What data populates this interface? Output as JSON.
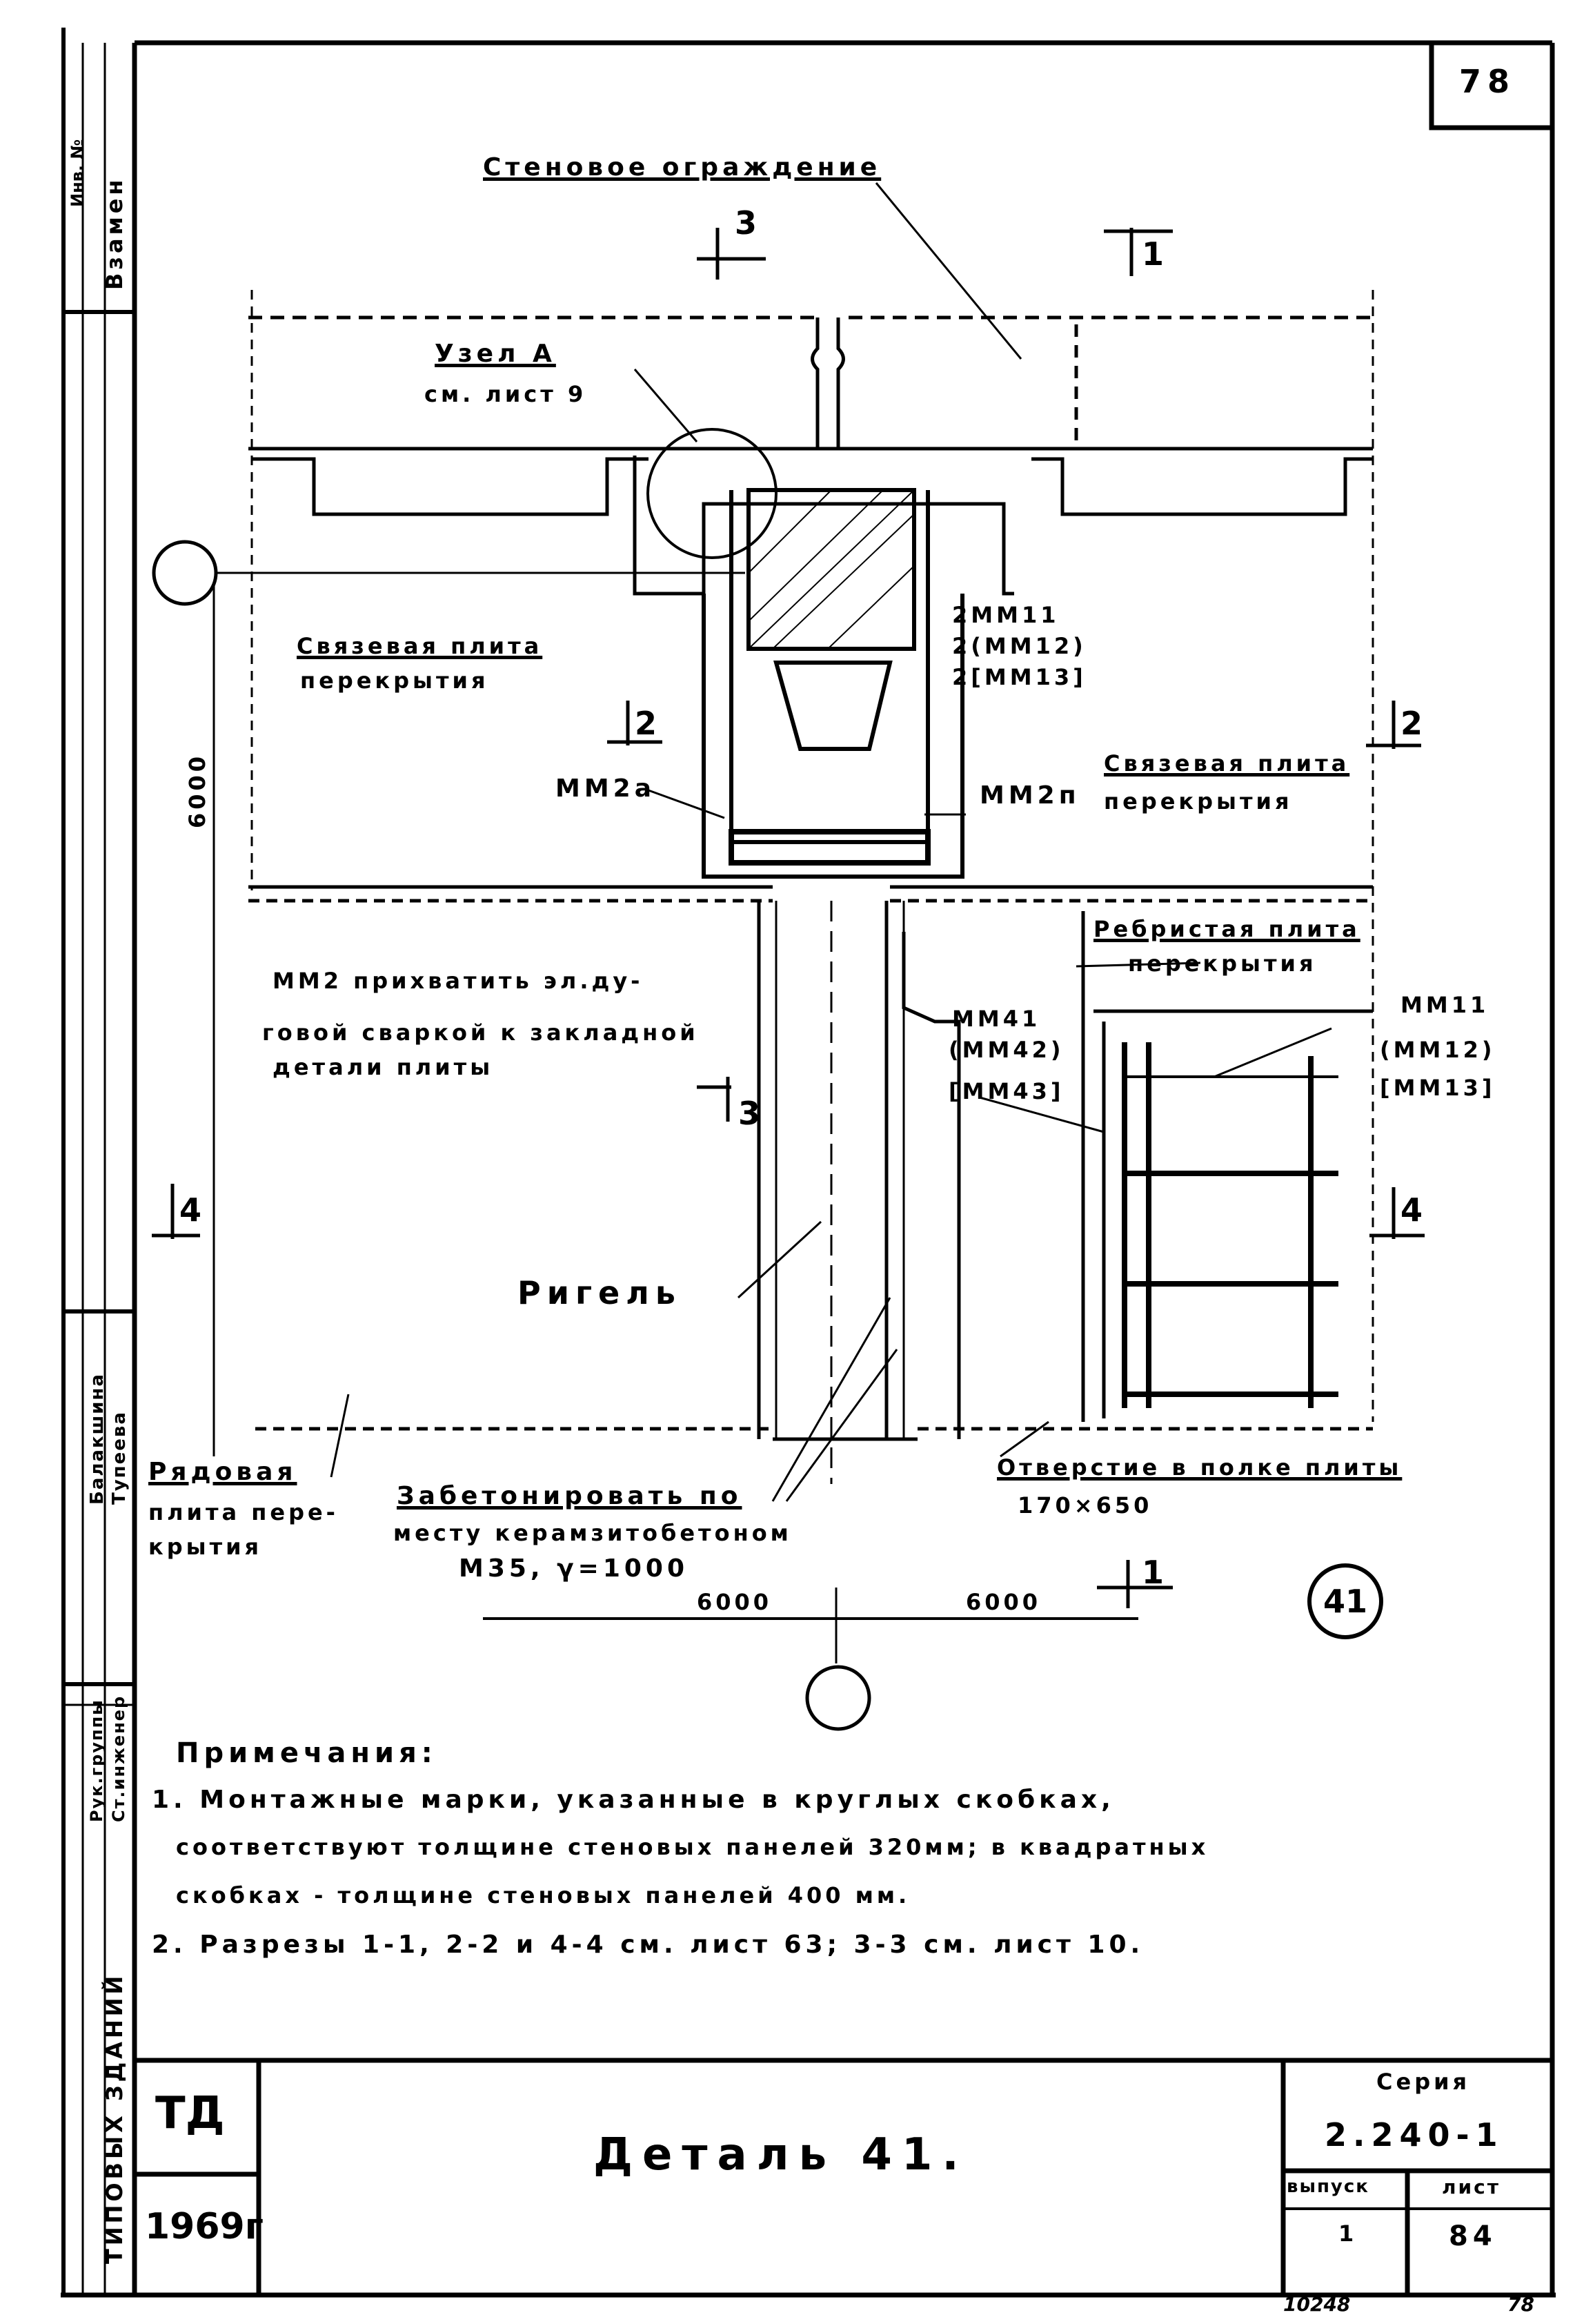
{
  "sheet": {
    "page_number": "78",
    "circle_mark": "41",
    "side_labels": [
      "Взамен",
      "Инв. №",
      "Рук.группы",
      "Ст.инженер",
      "Балакшина",
      "Тупеева",
      "ТИПОВЫХ ЗДАНИЙ"
    ]
  },
  "section_marks": [
    "3",
    "3",
    "1",
    "1",
    "2",
    "2",
    "4",
    "4"
  ],
  "labels": {
    "wall_fence": "Стеновое ограждение",
    "node_a": "Узел А",
    "node_ref": "см. лист 9",
    "tie_plate_left_1": "Связевая плита",
    "tie_plate_left_2": "перекрытия",
    "tie_plate_right_1": "Связевая плита",
    "tie_plate_right_2": "перекрытия",
    "mm2a": "ММ2а",
    "mm2p": "ММ2п",
    "mm_right_1": "2ММ11",
    "mm_right_2": "2(ММ12)",
    "mm_right_3": "2[ММ13]",
    "ribbed_1": "Ребристая плита",
    "ribbed_2": "перекрытия",
    "weld_note_1": "ММ2 прихватить эл.ду-",
    "weld_note_2": "говой сваркой к закладной",
    "weld_note_3": "детали плиты",
    "mm41_1": "ММ41",
    "mm41_2": "(ММ42)",
    "mm41_3": "[ММ43]",
    "mm11_1": "ММ11",
    "mm11_2": "(ММ12)",
    "mm11_3": "[ММ13]",
    "rigel": "Ригель",
    "ordinary_1": "Рядовая",
    "ordinary_2": "плита пере-",
    "ordinary_3": "крытия",
    "concrete_1": "Забетонировать по",
    "concrete_2": "месту керамзитобетоном",
    "concrete_3": "М35, γ=1000",
    "opening_1": "Отверстие в полке плиты",
    "opening_2": "170×650",
    "dim_vertical": "6000",
    "dim_left": "6000",
    "dim_right": "6000"
  },
  "notes": {
    "title": "Примечания:",
    "line1": "1. Монтажные марки, указанные в круглых скобках,",
    "line2": "соответствуют толщине стеновых панелей 320мм; в квадратных",
    "line3": "скобках - толщине стеновых панелей 400 мм.",
    "line4": "2. Разрезы 1-1, 2-2 и 4-4 см. лист 63; 3-3 см. лист 10."
  },
  "stamp": {
    "org": "ТД",
    "year": "1969г",
    "title": "Деталь 41.",
    "series_label": "Серия",
    "series_value": "2.240-1",
    "issue_label": "выпуск",
    "issue_value": "1",
    "sheet_label": "лист",
    "sheet_value": "84"
  },
  "footer": {
    "code": "10248",
    "right": "78"
  }
}
